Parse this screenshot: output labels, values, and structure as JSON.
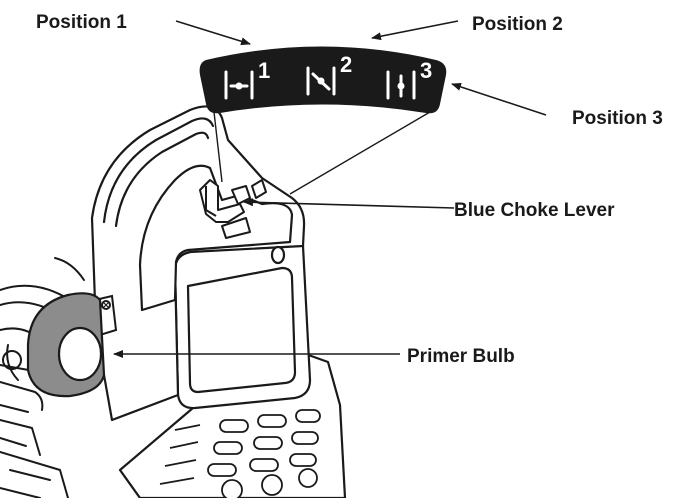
{
  "labels": {
    "position1": "Position 1",
    "position2": "Position 2",
    "position3": "Position 3",
    "choke_lever": "Blue Choke Lever",
    "primer_bulb": "Primer Bulb"
  },
  "choke_plate": {
    "numbers": [
      "1",
      "2",
      "3"
    ],
    "background": "#1a1a1a",
    "symbol_color": "#ffffff"
  },
  "colors": {
    "line": "#1a1a1a",
    "primer_bulb_fill": "#8c8c8c"
  }
}
